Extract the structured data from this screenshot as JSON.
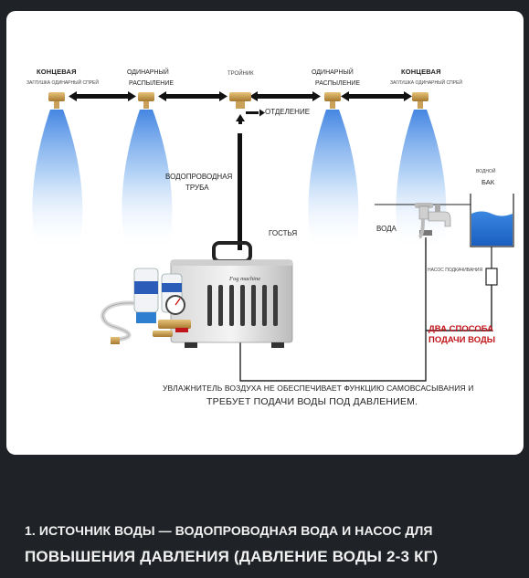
{
  "diagram": {
    "labels": {
      "end_left_title": "КОНЦЕВАЯ",
      "end_left_sub": "ЗАГЛУШКА ОДИНАРНЫЙ СПРЕЙ",
      "single_left_title": "ОДИНАРНЫЙ",
      "single_left_sub": "РАСПЫЛЕНИЕ",
      "tee": "ТРОЙНИК",
      "single_right_title": "ОДИНАРНЫЙ",
      "single_right_sub": "РАСПЫЛЕНИЕ",
      "end_right_title": "КОНЦЕВАЯ",
      "end_right_sub": "ЗАГЛУШКА ОДИНАРНЫЙ СПРЕЙ",
      "branch": "ОТДЕЛЕНИЕ",
      "water_pipe_1": "ВОДОПРОВОДНАЯ",
      "water_pipe_2": "ТРУБА",
      "guest": "ГОСТЬЯ",
      "water": "ВОДА",
      "tank_1": "ВОДНОЙ",
      "tank_2": "БАК",
      "pump": "НАСОС ПОДКАЧИВАНИЯ",
      "two_ways_1": "ДВА СПОСОБА",
      "two_ways_2": "ПОДАЧИ ВОДЫ",
      "machine_brand": "Fog machine",
      "note_1": "УВЛАЖНИТЕЛЬ ВОЗДУХА НЕ ОБЕСПЕЧИВАЕТ ФУНКЦИЮ САМОВСАСЫВАНИЯ И",
      "note_2": "ТРЕБУЕТ ПОДАЧИ ВОДЫ ПОД ДАВЛЕНИЕМ."
    },
    "colors": {
      "spray": "#4a90e8",
      "accent_red": "#c0161b",
      "pipe": "#111111"
    }
  },
  "caption": {
    "line1": "1. ИСТОЧНИК ВОДЫ — ВОДОПРОВОДНАЯ ВОДА И НАСОС ДЛЯ",
    "line2": "ПОВЫШЕНИЯ ДАВЛЕНИЯ (ДАВЛЕНИЕ ВОДЫ 2-3 КГ)"
  }
}
